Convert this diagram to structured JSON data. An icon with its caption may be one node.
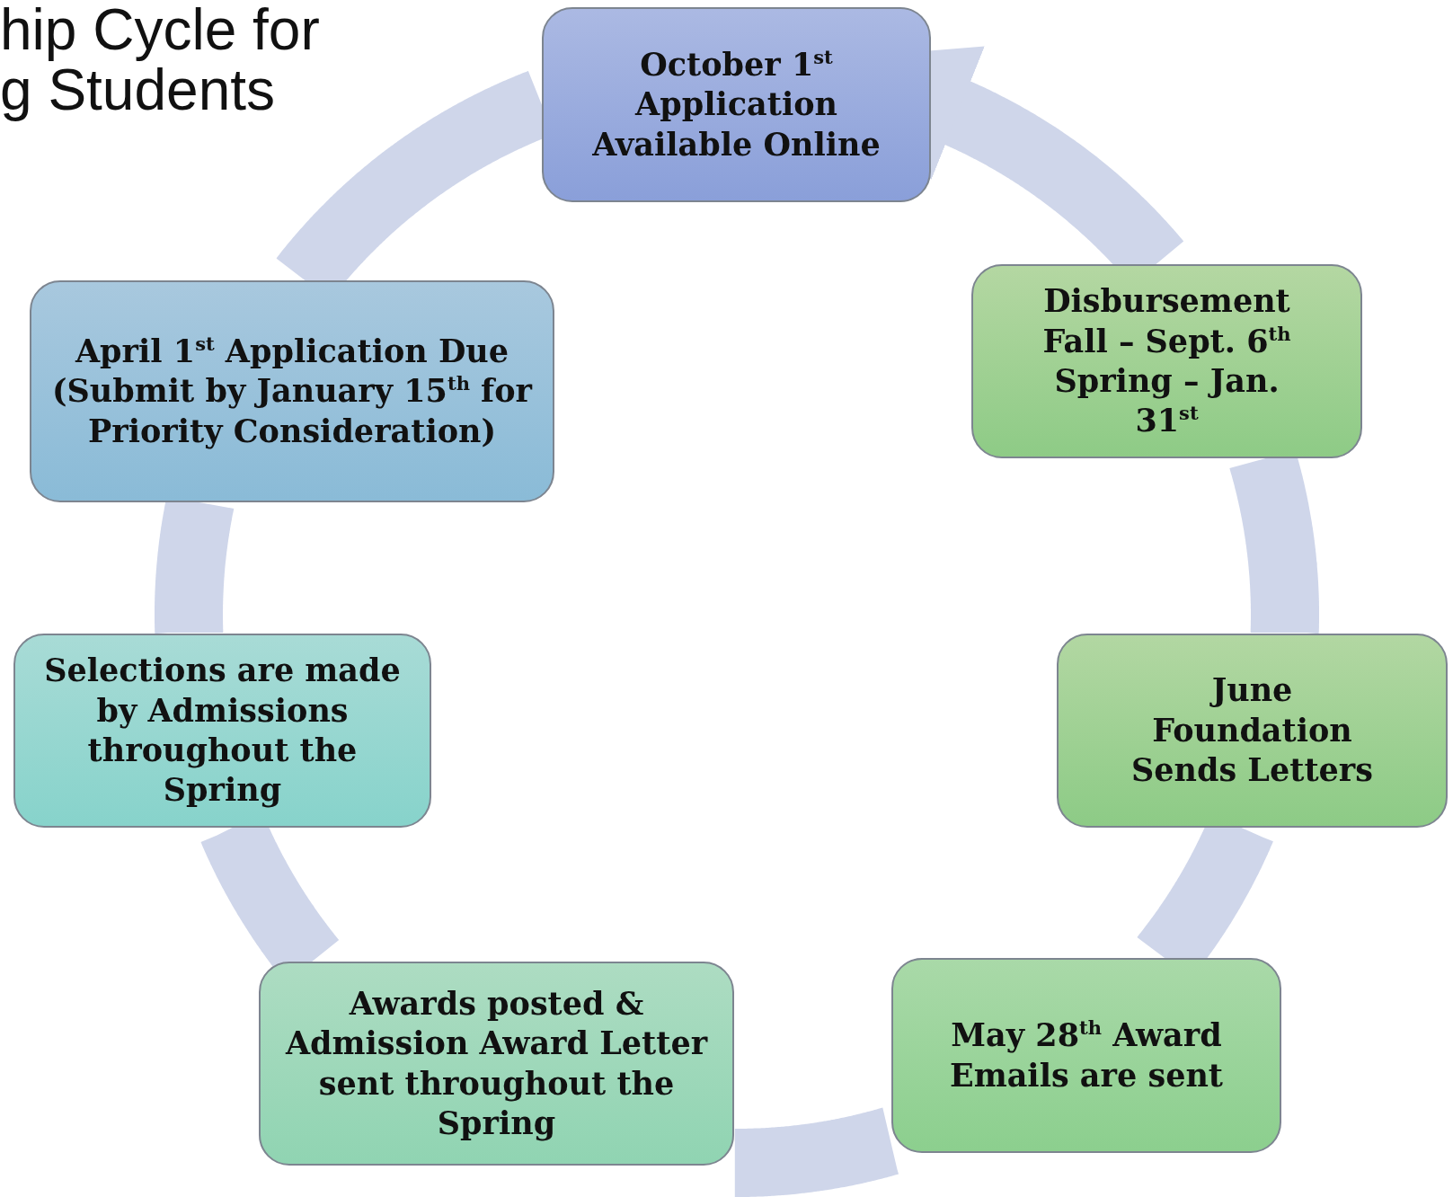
{
  "diagram": {
    "title": "hip Cycle for g Students",
    "nodes": [
      {
        "text": [
          "October 1$^{st}$ Application Available Online"
        ]
      },
      {
        "text": [
          "Disbursement Fall – Sept. 6$^{th}$ Spring – Jan. 31$^{st}$"
        ]
      },
      {
        "text": [
          "June Foundation Sends Letters"
        ]
      },
      {
        "text": [
          "May 28$^{th}$ Award Emails are sent"
        ]
      },
      {
        "text": [
          "Awards posted & Admission Award Letter sent throughout the Spring"
        ]
      },
      {
        "text": [
          "Selections are made by Admissions throughout the Spring"
        ]
      },
      {
        "text": [
          "April 1$^{st}$ Application Due (Submit by January 15$^{th}$ for Priority Consideration)"
        ]
      }
    ],
    "edges": [
      {
        "from": 0,
        "to": 6,
        "arrow": "none"
      },
      {
        "from": 6,
        "to": 5,
        "arrow": "none"
      },
      {
        "from": 5,
        "to": 4,
        "arrow": "none"
      },
      {
        "from": 4,
        "to": 3,
        "arrow": "none"
      },
      {
        "from": 3,
        "to": 2,
        "arrow": "none"
      },
      {
        "from": 2,
        "to": 1,
        "arrow": "none"
      },
      {
        "from": 1,
        "to": 0,
        "arrow": "to"
      }
    ]
  }
}
